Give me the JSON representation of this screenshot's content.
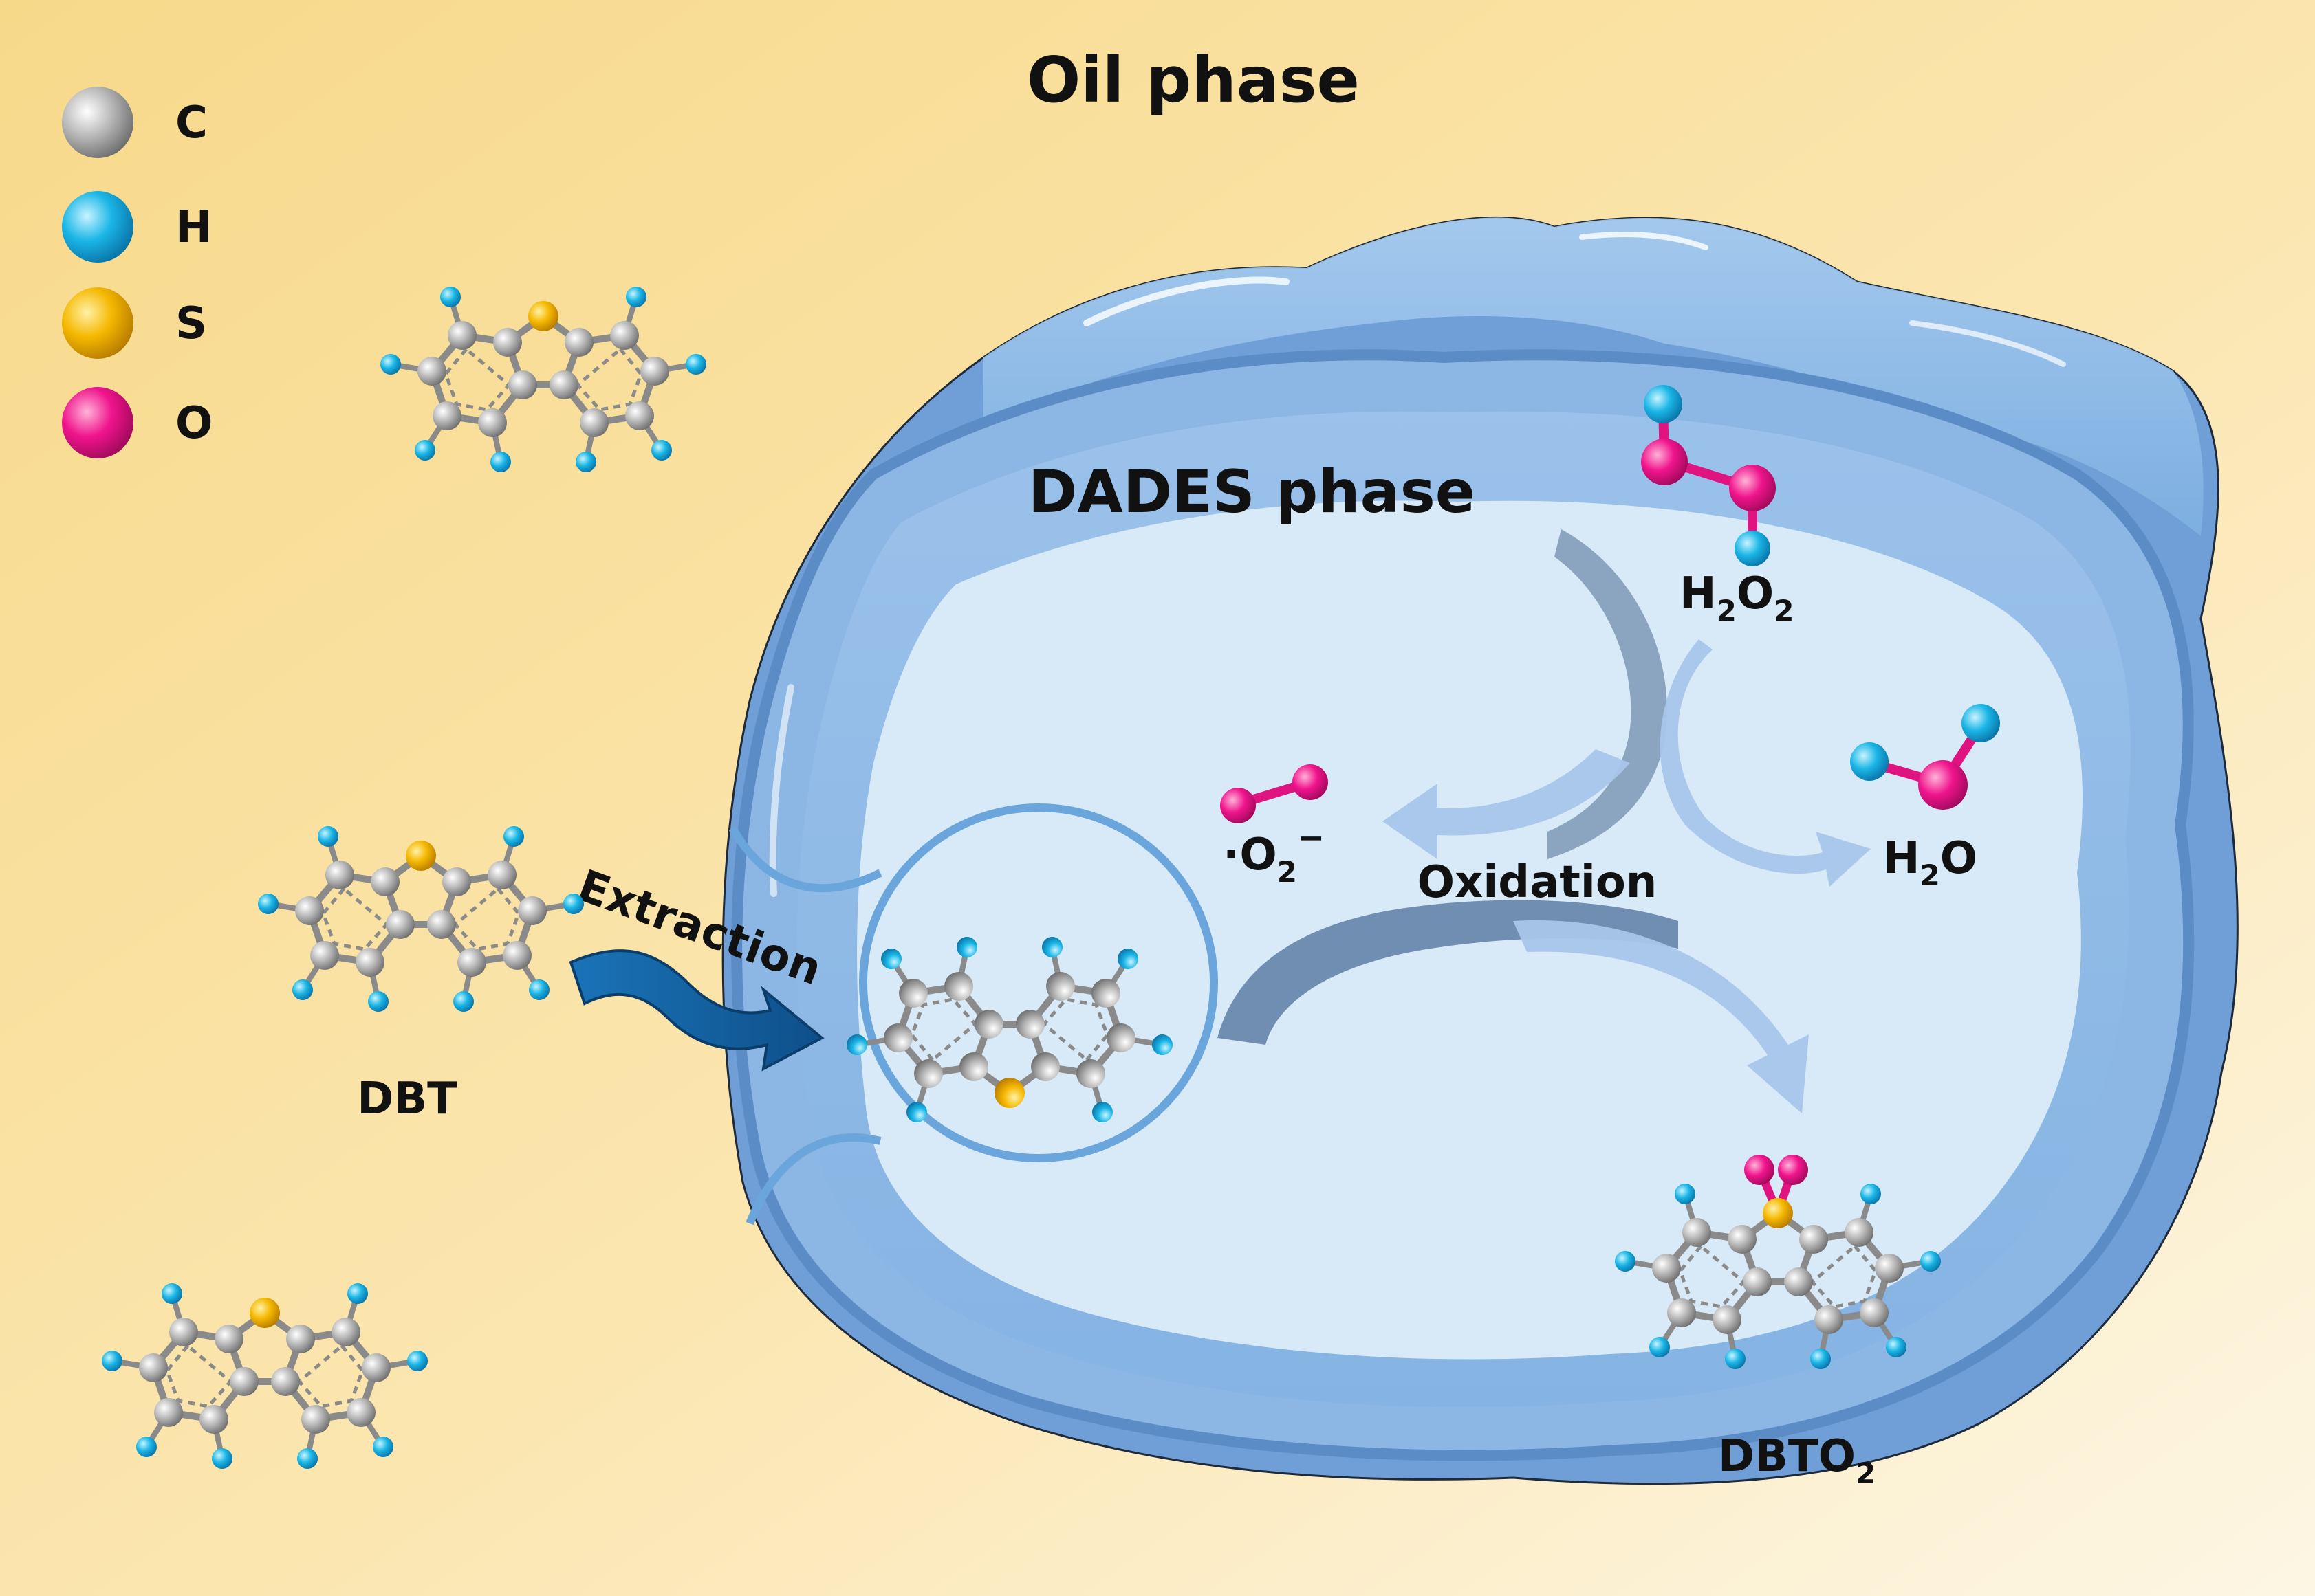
{
  "oil_label": "Oil phase",
  "dades_label": "DADES phase",
  "extraction_label": "Extraction",
  "oxidation_label": "Oxidation",
  "legend": [
    {
      "symbol": "C",
      "color": "#a9a9a9"
    },
    {
      "symbol": "H",
      "color": "#1ab6e6"
    },
    {
      "symbol": "S",
      "color": "#f5b800"
    },
    {
      "symbol": "O",
      "color": "#f0148c"
    }
  ],
  "labels": {
    "dbt": "DBT",
    "h2o2_a": "H",
    "h2o2_sub1": "2",
    "h2o2_b": "O",
    "h2o2_sub2": "2",
    "h2o_a": "H",
    "h2o_sub": "2",
    "h2o_b": "O",
    "sup_dot": "·O",
    "sup_sub": "2",
    "sup_charge": "−",
    "dbto2_a": "DBTO",
    "dbto2_sub": "2"
  },
  "colors": {
    "carbon": "#a9a9a9",
    "hydrogen": "#1ab6e6",
    "sulfur": "#f5b800",
    "oxygen": "#f0148c",
    "droplet_outer": "#7ea8dc",
    "droplet_inner": "#d8eaf8",
    "arrow_dark": "#1766a6"
  }
}
